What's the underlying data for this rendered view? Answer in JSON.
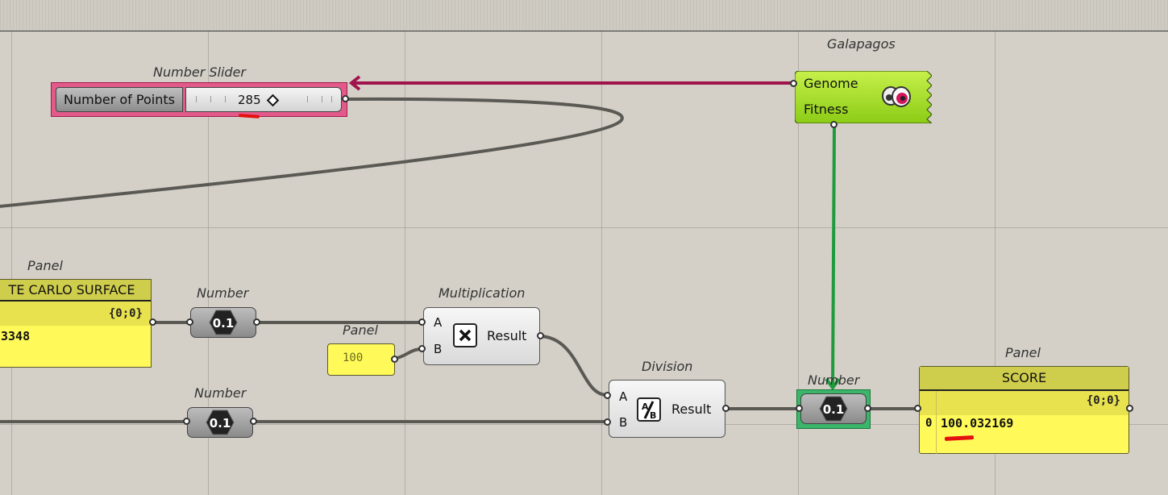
{
  "canvas": {
    "background": "#d4d0c8",
    "wire_color": "#5b5954",
    "genome_wire_color": "#a0144c",
    "fitness_wire_color": "#1f9a3c"
  },
  "slider": {
    "caption": "Number Slider",
    "label": "Number of Points",
    "value": "285"
  },
  "galapagos": {
    "caption": "Galapagos",
    "genome_label": "Genome",
    "fitness_label": "Fitness",
    "color": "#a6e22a",
    "icon": "galapagos-eye-icon"
  },
  "panel_left": {
    "caption": "Panel",
    "header": "TE CARLO SURFACE",
    "path": "{0;0}",
    "value": "3348"
  },
  "number_top": {
    "caption": "Number",
    "icon_text": "0.1"
  },
  "number_bottom": {
    "caption": "Number",
    "icon_text": "0.1"
  },
  "number_right": {
    "caption": "Number",
    "icon_text": "0.1"
  },
  "panel_small": {
    "caption": "Panel",
    "value": "100"
  },
  "multiplication": {
    "caption": "Multiplication",
    "input_a": "A",
    "input_b": "B",
    "output": "Result",
    "icon": "multiply-icon"
  },
  "division": {
    "caption": "Division",
    "input_a": "A",
    "input_b": "B",
    "output": "Result",
    "icon": "divide-icon"
  },
  "panel_score": {
    "caption": "Panel",
    "header": "SCORE",
    "path": "{0;0}",
    "index": "0",
    "value": "100.032169"
  }
}
